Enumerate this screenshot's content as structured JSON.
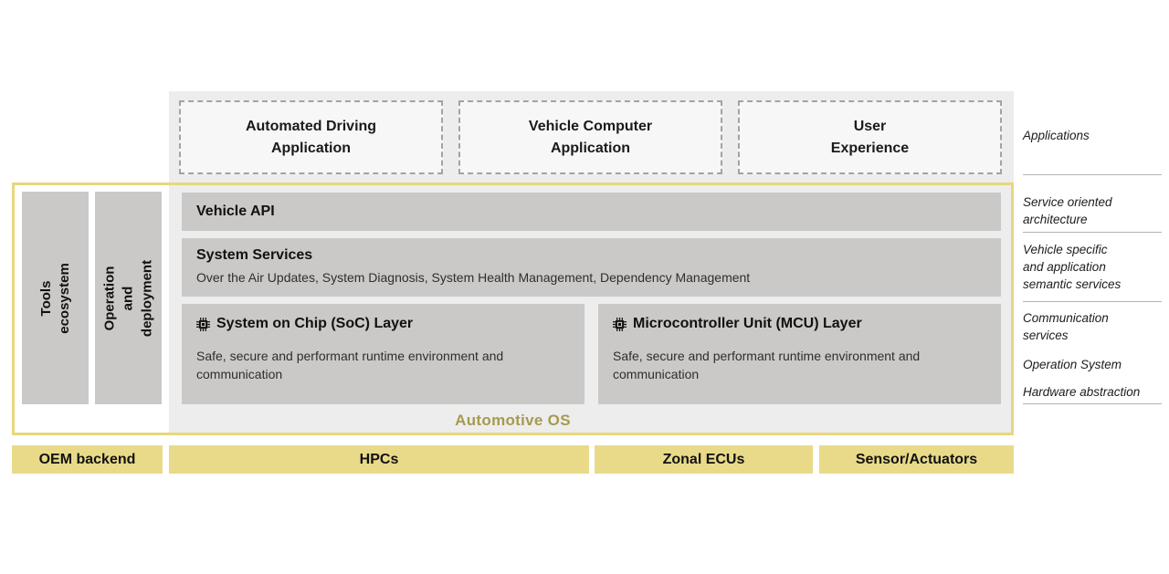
{
  "colors": {
    "panel_bg": "#ededed",
    "app_box_bg": "#f7f7f7",
    "gray_block": "#cac9c8",
    "yellow_border": "#e7d77f",
    "yellow_box_bg": "#e9da89",
    "automotive_os_text": "#a69a4f"
  },
  "applications": {
    "boxes": [
      {
        "label": "Automated Driving\nApplication"
      },
      {
        "label": "Vehicle Computer\nApplication"
      },
      {
        "label": "User\nExperience"
      }
    ]
  },
  "os_box": {
    "vertical_bars": [
      {
        "label": "Tools ecosystem"
      },
      {
        "label": "Operation and\ndeployment"
      }
    ],
    "vehicle_api": {
      "title": "Vehicle API"
    },
    "system_services": {
      "title": "System Services",
      "subtitle": "Over the Air Updates, System Diagnosis, System Health Management, Dependency Management"
    },
    "soc_layer": {
      "icon": "chip-icon",
      "title": "System on Chip (SoC) Layer",
      "subtitle": "Safe, secure and performant runtime environment and communication"
    },
    "mcu_layer": {
      "icon": "chip-icon",
      "title": "Microcontroller Unit (MCU) Layer",
      "subtitle": "Safe, secure and performant runtime environment and communication"
    },
    "footer_label": "Automotive OS"
  },
  "side_labels": [
    {
      "label": "Applications",
      "divider_below": true
    },
    {
      "label": "Service oriented\narchitecture",
      "divider_below": true
    },
    {
      "label": "Vehicle specific\nand application\nsemantic services",
      "divider_below": true
    },
    {
      "label": "Communication\nservices",
      "divider_below": false
    },
    {
      "label": "Operation System",
      "divider_below": false
    },
    {
      "label": "Hardware abstraction",
      "divider_below": true
    }
  ],
  "bottom_row": [
    {
      "label": "OEM backend"
    },
    {
      "label": "HPCs"
    },
    {
      "label": "Zonal ECUs"
    },
    {
      "label": "Sensor/Actuators"
    }
  ]
}
